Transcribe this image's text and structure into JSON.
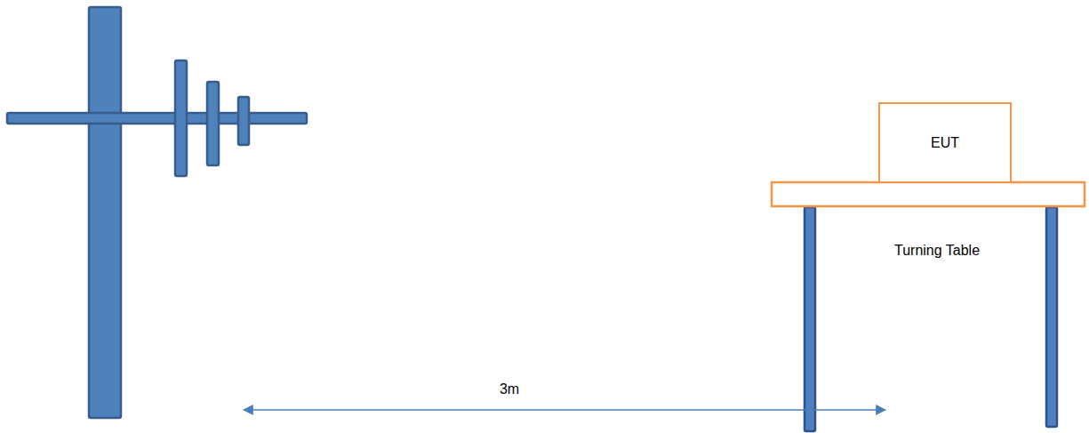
{
  "diagram": {
    "nodes": [
      {
        "text": [
          "EUT"
        ]
      }
    ],
    "labels": [
      "Turning Table",
      "3m"
    ]
  }
}
